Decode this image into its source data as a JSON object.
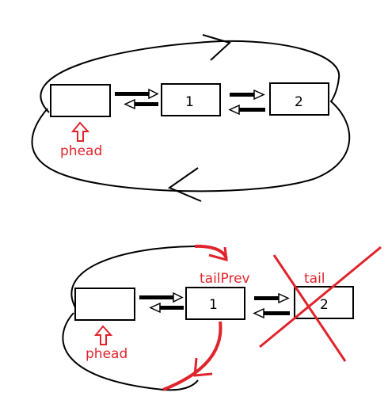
{
  "colors": {
    "ink": "#000000",
    "annotation": "#e0242c",
    "background": "#ffffff"
  },
  "top_diagram": {
    "nodes": [
      {
        "role": "sentinel",
        "label": ""
      },
      {
        "role": "node",
        "label": "1"
      },
      {
        "role": "node",
        "label": "2"
      }
    ],
    "pointer_label": "phead"
  },
  "bottom_diagram": {
    "nodes": [
      {
        "role": "sentinel",
        "label": ""
      },
      {
        "role": "node",
        "label": "1"
      },
      {
        "role": "node",
        "label": "2"
      }
    ],
    "pointer_label": "phead",
    "tail_prev_label": "tailPrev",
    "tail_label": "tail"
  }
}
